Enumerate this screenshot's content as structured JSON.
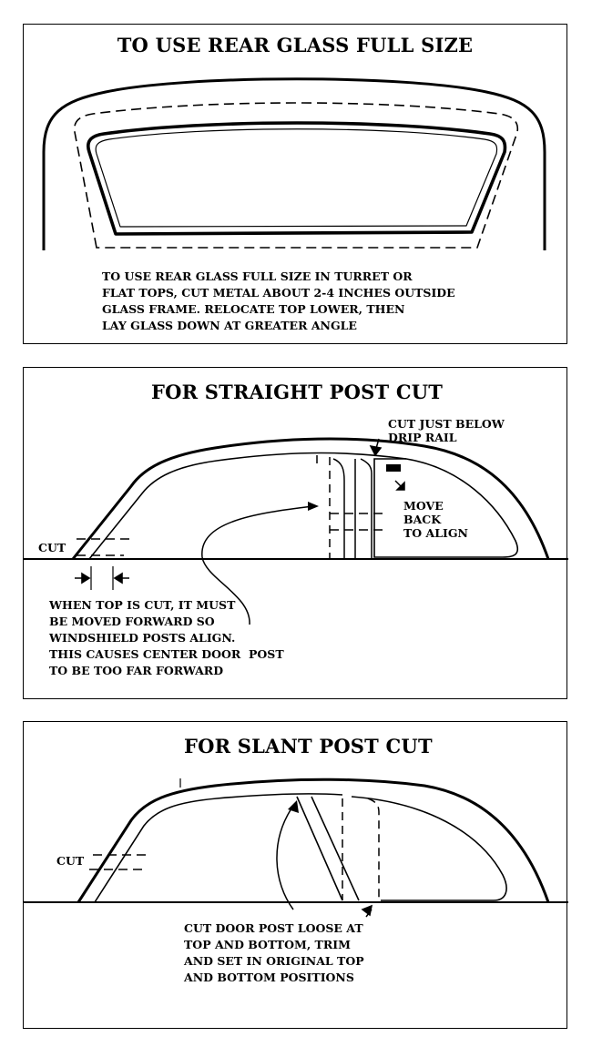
{
  "panel1": {
    "title": "TO USE REAR GLASS FULL SIZE",
    "note": "TO USE REAR GLASS FULL SIZE IN TURRET OR\nFLAT TOPS, CUT METAL ABOUT 2-4 INCHES OUTSIDE\nGLASS FRAME. RELOCATE TOP LOWER, THEN\nLAY GLASS DOWN AT GREATER ANGLE"
  },
  "panel2": {
    "title": "FOR STRAIGHT POST CUT",
    "cut_label": "CUT",
    "drip_label": "CUT JUST BELOW\nDRIP RAIL",
    "move_label": "MOVE\nBACK\nTO ALIGN",
    "note": "WHEN TOP IS CUT, IT MUST\nBE MOVED FORWARD SO\nWINDSHIELD POSTS ALIGN.\nTHIS CAUSES CENTER DOOR  POST\nTO BE TOO FAR FORWARD"
  },
  "panel3": {
    "title": "FOR SLANT POST CUT",
    "cut_label": "CUT",
    "note": "CUT DOOR POST LOOSE AT\nTOP AND BOTTOM, TRIM\nAND SET IN ORIGINAL TOP\nAND BOTTOM POSITIONS"
  }
}
